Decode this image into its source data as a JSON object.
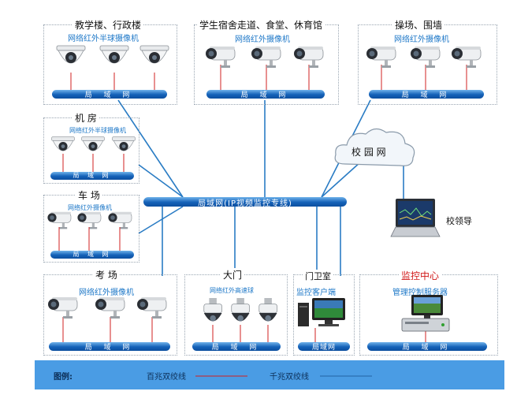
{
  "groups": {
    "teaching": {
      "title": "教学楼、行政楼",
      "subtitle": "网络红外半球摄像机",
      "bus": "局 域 网"
    },
    "dorm": {
      "title": "学生宿舍走道、食堂、休育馆",
      "subtitle": "网络红外摄像机",
      "bus": "局 域 网"
    },
    "playground": {
      "title": "操场、围墙",
      "subtitle": "网络红外摄像机",
      "bus": "局 域 网"
    },
    "machine_room": {
      "title": "机 房",
      "subtitle": "网络红外半球摄像机",
      "bus": "局 域 网"
    },
    "parking": {
      "title": "车 场",
      "subtitle": "网络红外摄像机",
      "bus": "局 域 网"
    },
    "exam": {
      "title": "考 场",
      "subtitle": "网络红外摄像机",
      "bus": "局 域 网"
    },
    "gate": {
      "title": "大门",
      "subtitle": "网络红外高速球",
      "bus": "局 域 网"
    },
    "guard": {
      "title": "门卫室",
      "subtitle": "监控客户端",
      "bus": "局域网"
    },
    "monitor": {
      "title": "监控中心",
      "subtitle": "管理控制服务器",
      "bus": "局 域 网"
    }
  },
  "main_bus": "局域网(IP视频监控专线)",
  "campus_cloud": "校 园 网",
  "leader": "校领导",
  "legend": {
    "label": "图例:",
    "item1": "百兆双绞线",
    "item2": "千兆双绞线"
  },
  "colors": {
    "bus": "#1461b8",
    "fast_ethernet": "#d02020",
    "gigabit": "#2a7cc4",
    "monitor_title": "#d01818",
    "subtitle": "#1e78c8",
    "legend_bg": "#4a9ce4"
  }
}
